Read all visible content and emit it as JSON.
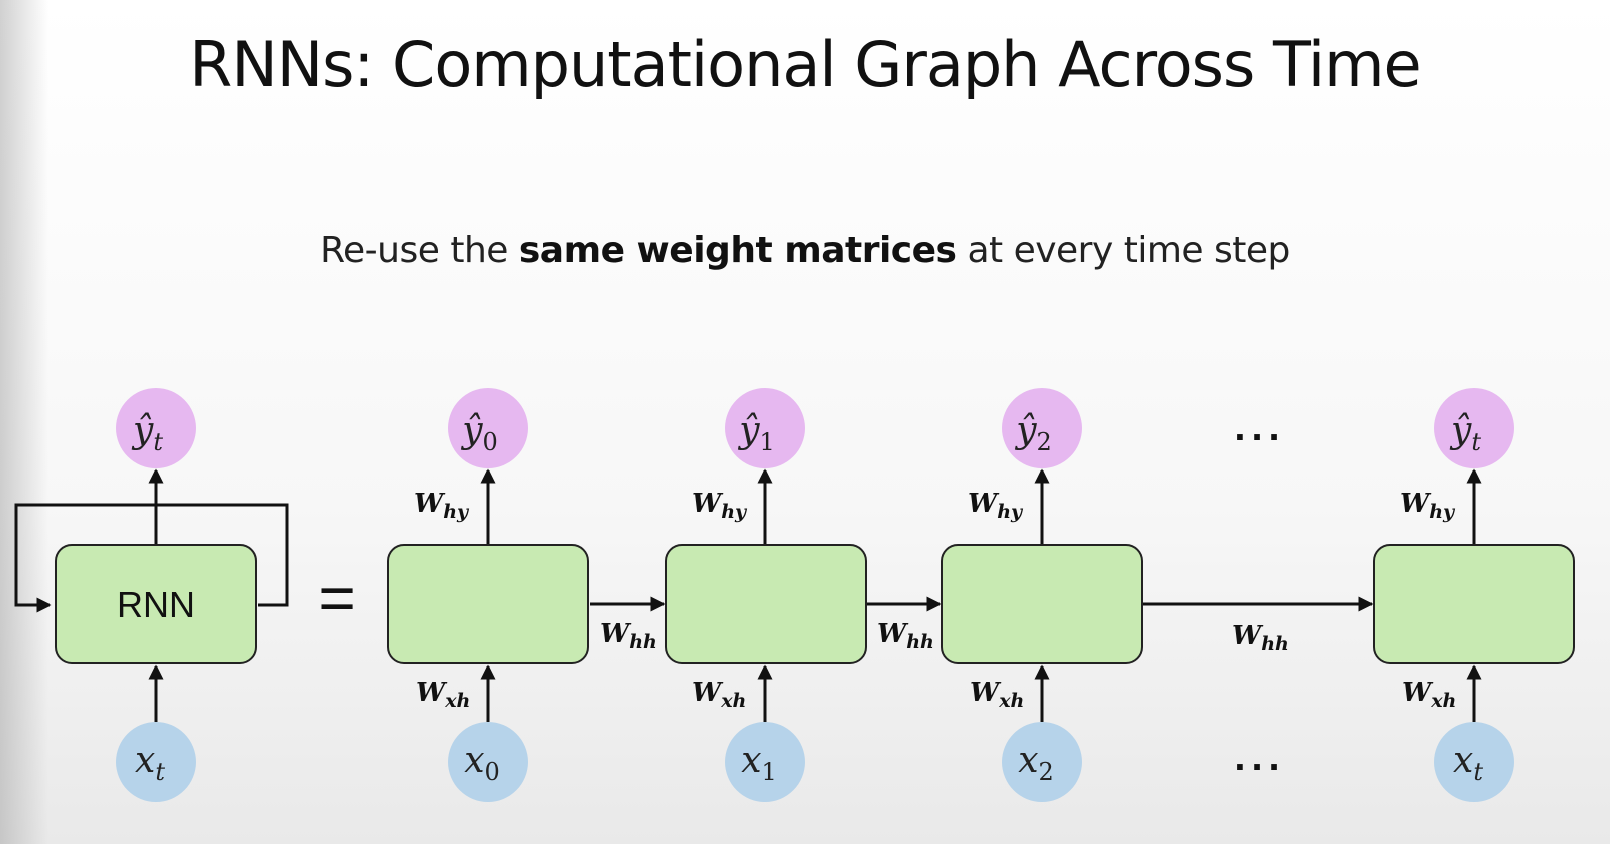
{
  "slide": {
    "title": "RNNs: Computational Graph Across Time",
    "subtitle_prefix": "Re-use the ",
    "subtitle_bold": "same weight matrices",
    "subtitle_suffix": " at every time step"
  },
  "diagram": {
    "rnn_label": "RNN",
    "equals": "=",
    "ellipsis": "...",
    "folded": {
      "output": {
        "base": "ŷ",
        "sub": "t"
      },
      "input": {
        "base": "x",
        "sub": "t"
      }
    },
    "weights": {
      "hy": {
        "base": "W",
        "sub": "hy"
      },
      "xh": {
        "base": "W",
        "sub": "xh"
      },
      "hh": {
        "base": "W",
        "sub": "hh"
      }
    },
    "steps": [
      {
        "output": {
          "base": "ŷ",
          "sub": "0"
        },
        "input": {
          "base": "x",
          "sub": "0"
        }
      },
      {
        "output": {
          "base": "ŷ",
          "sub": "1"
        },
        "input": {
          "base": "x",
          "sub": "1"
        }
      },
      {
        "output": {
          "base": "ŷ",
          "sub": "2"
        },
        "input": {
          "base": "x",
          "sub": "2"
        }
      },
      {
        "output": {
          "base": "ŷ",
          "sub": "t"
        },
        "input": {
          "base": "x",
          "sub": "t"
        }
      }
    ]
  }
}
